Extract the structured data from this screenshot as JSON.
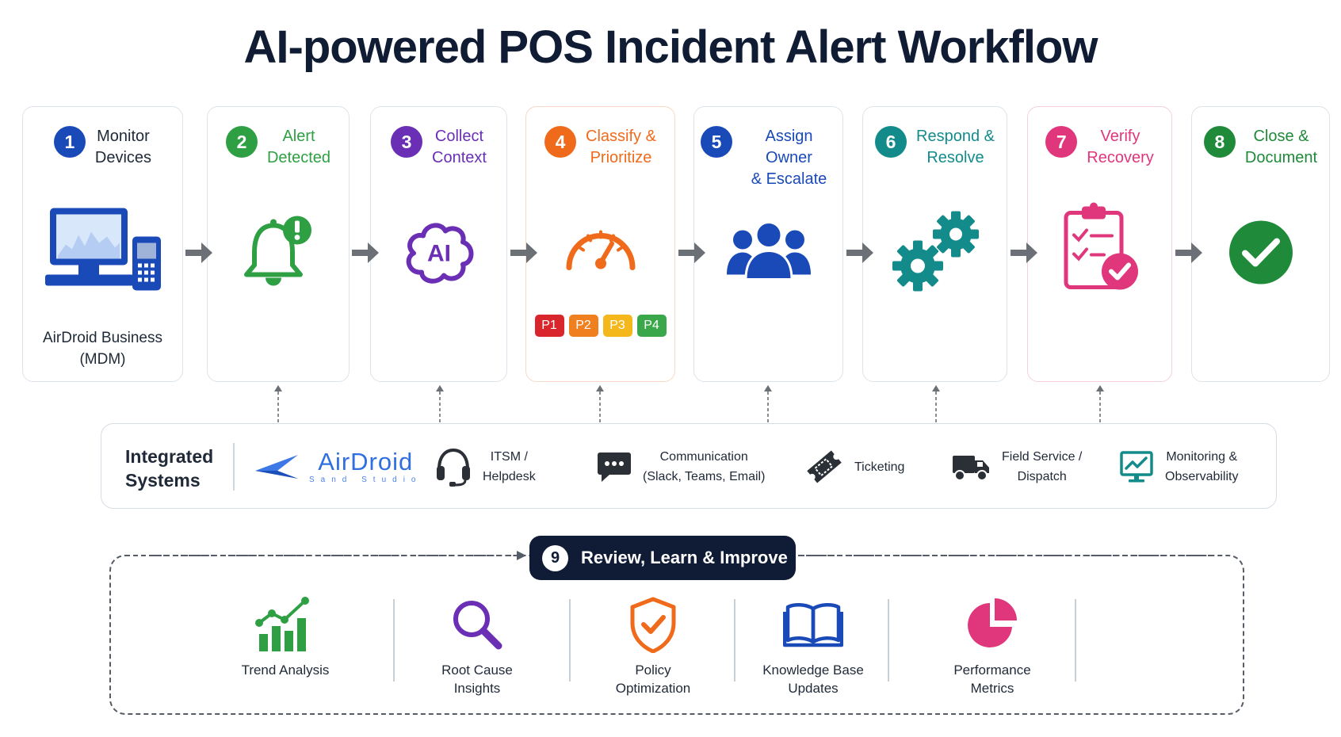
{
  "title": "AI-powered POS Incident Alert Workflow",
  "steps": [
    {
      "num": "1",
      "title": "Monitor\nDevices",
      "caption": "AirDroid Business\n(MDM)",
      "icon": "computer-phone-icon",
      "color": "#1a49b8"
    },
    {
      "num": "2",
      "title": "Alert\nDetected",
      "caption": "",
      "icon": "bell-alert-icon",
      "color": "#2ea043"
    },
    {
      "num": "3",
      "title": "Collect\nContext",
      "caption": "",
      "icon": "ai-cloud-icon",
      "color": "#6a2fb5"
    },
    {
      "num": "4",
      "title": "Classify &\nPrioritize",
      "caption": "",
      "icon": "gauge-icon",
      "color": "#f06a1b"
    },
    {
      "num": "5",
      "title": "Assign Owner\n& Escalate",
      "caption": "",
      "icon": "team-icon",
      "color": "#1a49b8"
    },
    {
      "num": "6",
      "title": "Respond &\nResolve",
      "caption": "",
      "icon": "gears-icon",
      "color": "#138b8b"
    },
    {
      "num": "7",
      "title": "Verify\nRecovery",
      "caption": "",
      "icon": "clipboard-check-icon",
      "color": "#e0367c"
    },
    {
      "num": "8",
      "title": "Close &\nDocument",
      "caption": "",
      "icon": "check-circle-icon",
      "color": "#1f8a3a"
    }
  ],
  "priorities": [
    {
      "label": "P1",
      "color": "#d9262c"
    },
    {
      "label": "P2",
      "color": "#f07f1f"
    },
    {
      "label": "P3",
      "color": "#f4b81c"
    },
    {
      "label": "P4",
      "color": "#3aa84a"
    }
  ],
  "integrated": {
    "label": "Integrated\nSystems",
    "brand_name": "AirDroid",
    "brand_sub": "Sand Studio",
    "items": [
      {
        "label": "ITSM /\nHelpdesk",
        "icon": "headset-icon"
      },
      {
        "label": "Communication\n(Slack, Teams, Email)",
        "icon": "chat-icon"
      },
      {
        "label": "Ticketing",
        "icon": "ticket-icon"
      },
      {
        "label": "Field Service /\nDispatch",
        "icon": "truck-icon"
      },
      {
        "label": "Monitoring &\nObservability",
        "icon": "monitor-chart-icon"
      }
    ]
  },
  "review": {
    "num": "9",
    "title": "Review, Learn & Improve",
    "items": [
      {
        "label": "Trend Analysis",
        "icon": "bar-chart-icon"
      },
      {
        "label": "Root Cause\nInsights",
        "icon": "magnifier-icon"
      },
      {
        "label": "Policy\nOptimization",
        "icon": "shield-check-icon"
      },
      {
        "label": "Knowledge Base\nUpdates",
        "icon": "book-icon"
      },
      {
        "label": "Performance\nMetrics",
        "icon": "pie-chart-icon"
      }
    ]
  }
}
